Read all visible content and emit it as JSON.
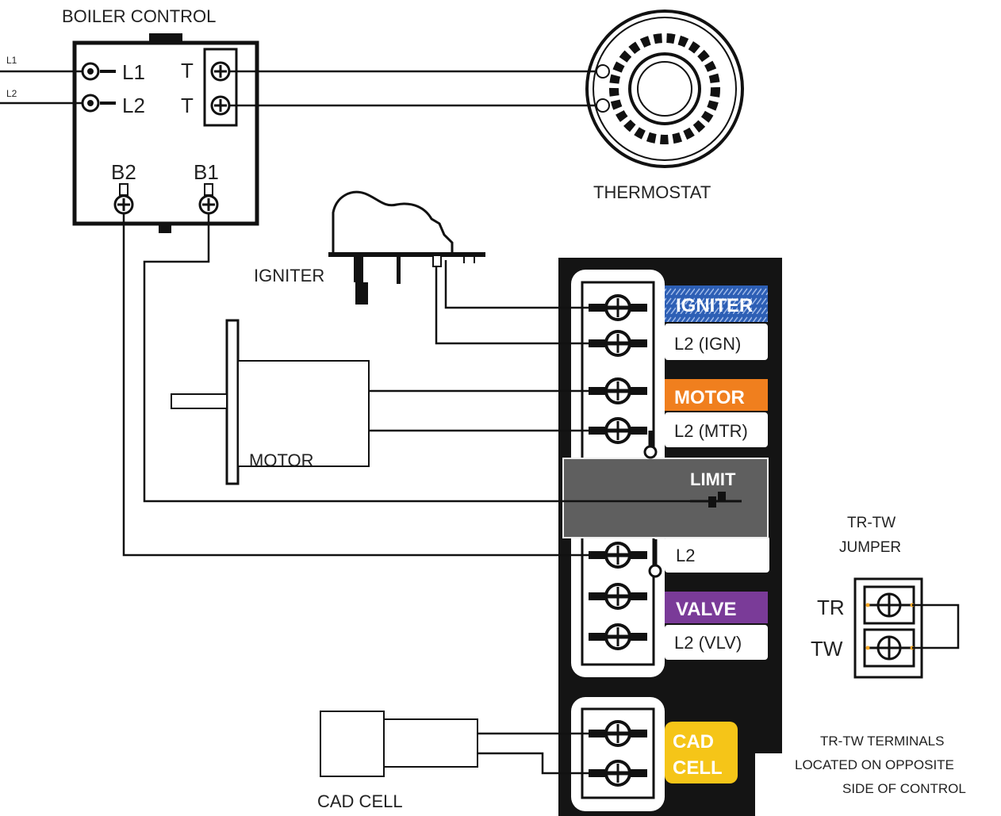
{
  "boiler_control": {
    "title": "BOILER CONTROL",
    "line_l1": "L1",
    "line_l2": "L2",
    "terminal_l1": "L1",
    "terminal_l2": "L2",
    "terminal_t1": "T",
    "terminal_t2": "T",
    "terminal_b2": "B2",
    "terminal_b1": "B1"
  },
  "thermostat": {
    "label": "THERMOSTAT"
  },
  "igniter": {
    "label": "IGNITER"
  },
  "motor": {
    "label": "MOTOR"
  },
  "cad_cell": {
    "label": "CAD CELL"
  },
  "primary_control": {
    "igniter_tag": "IGNITER",
    "l2_ign": "L2 (IGN)",
    "motor_tag": "MOTOR",
    "l2_mtr": "L2 (MTR)",
    "limit_tag": "LIMIT",
    "l2": "L2",
    "valve_tag": "VALVE",
    "l2_vlv": "L2 (VLV)",
    "cad_tag_1": "CAD",
    "cad_tag_2": "CELL"
  },
  "jumper": {
    "title_1": "TR-TW",
    "title_2": "JUMPER",
    "tr": "TR",
    "tw": "TW",
    "note_1": "TR-TW TERMINALS",
    "note_2": "LOCATED ON OPPOSITE",
    "note_3": "SIDE OF CONTROL"
  },
  "colors": {
    "igniter": "#2d5fb5",
    "motor": "#f07f1e",
    "valve": "#7a3b98",
    "cad": "#f5c518",
    "limit": "#5f5f5f",
    "panel": "#141414"
  }
}
